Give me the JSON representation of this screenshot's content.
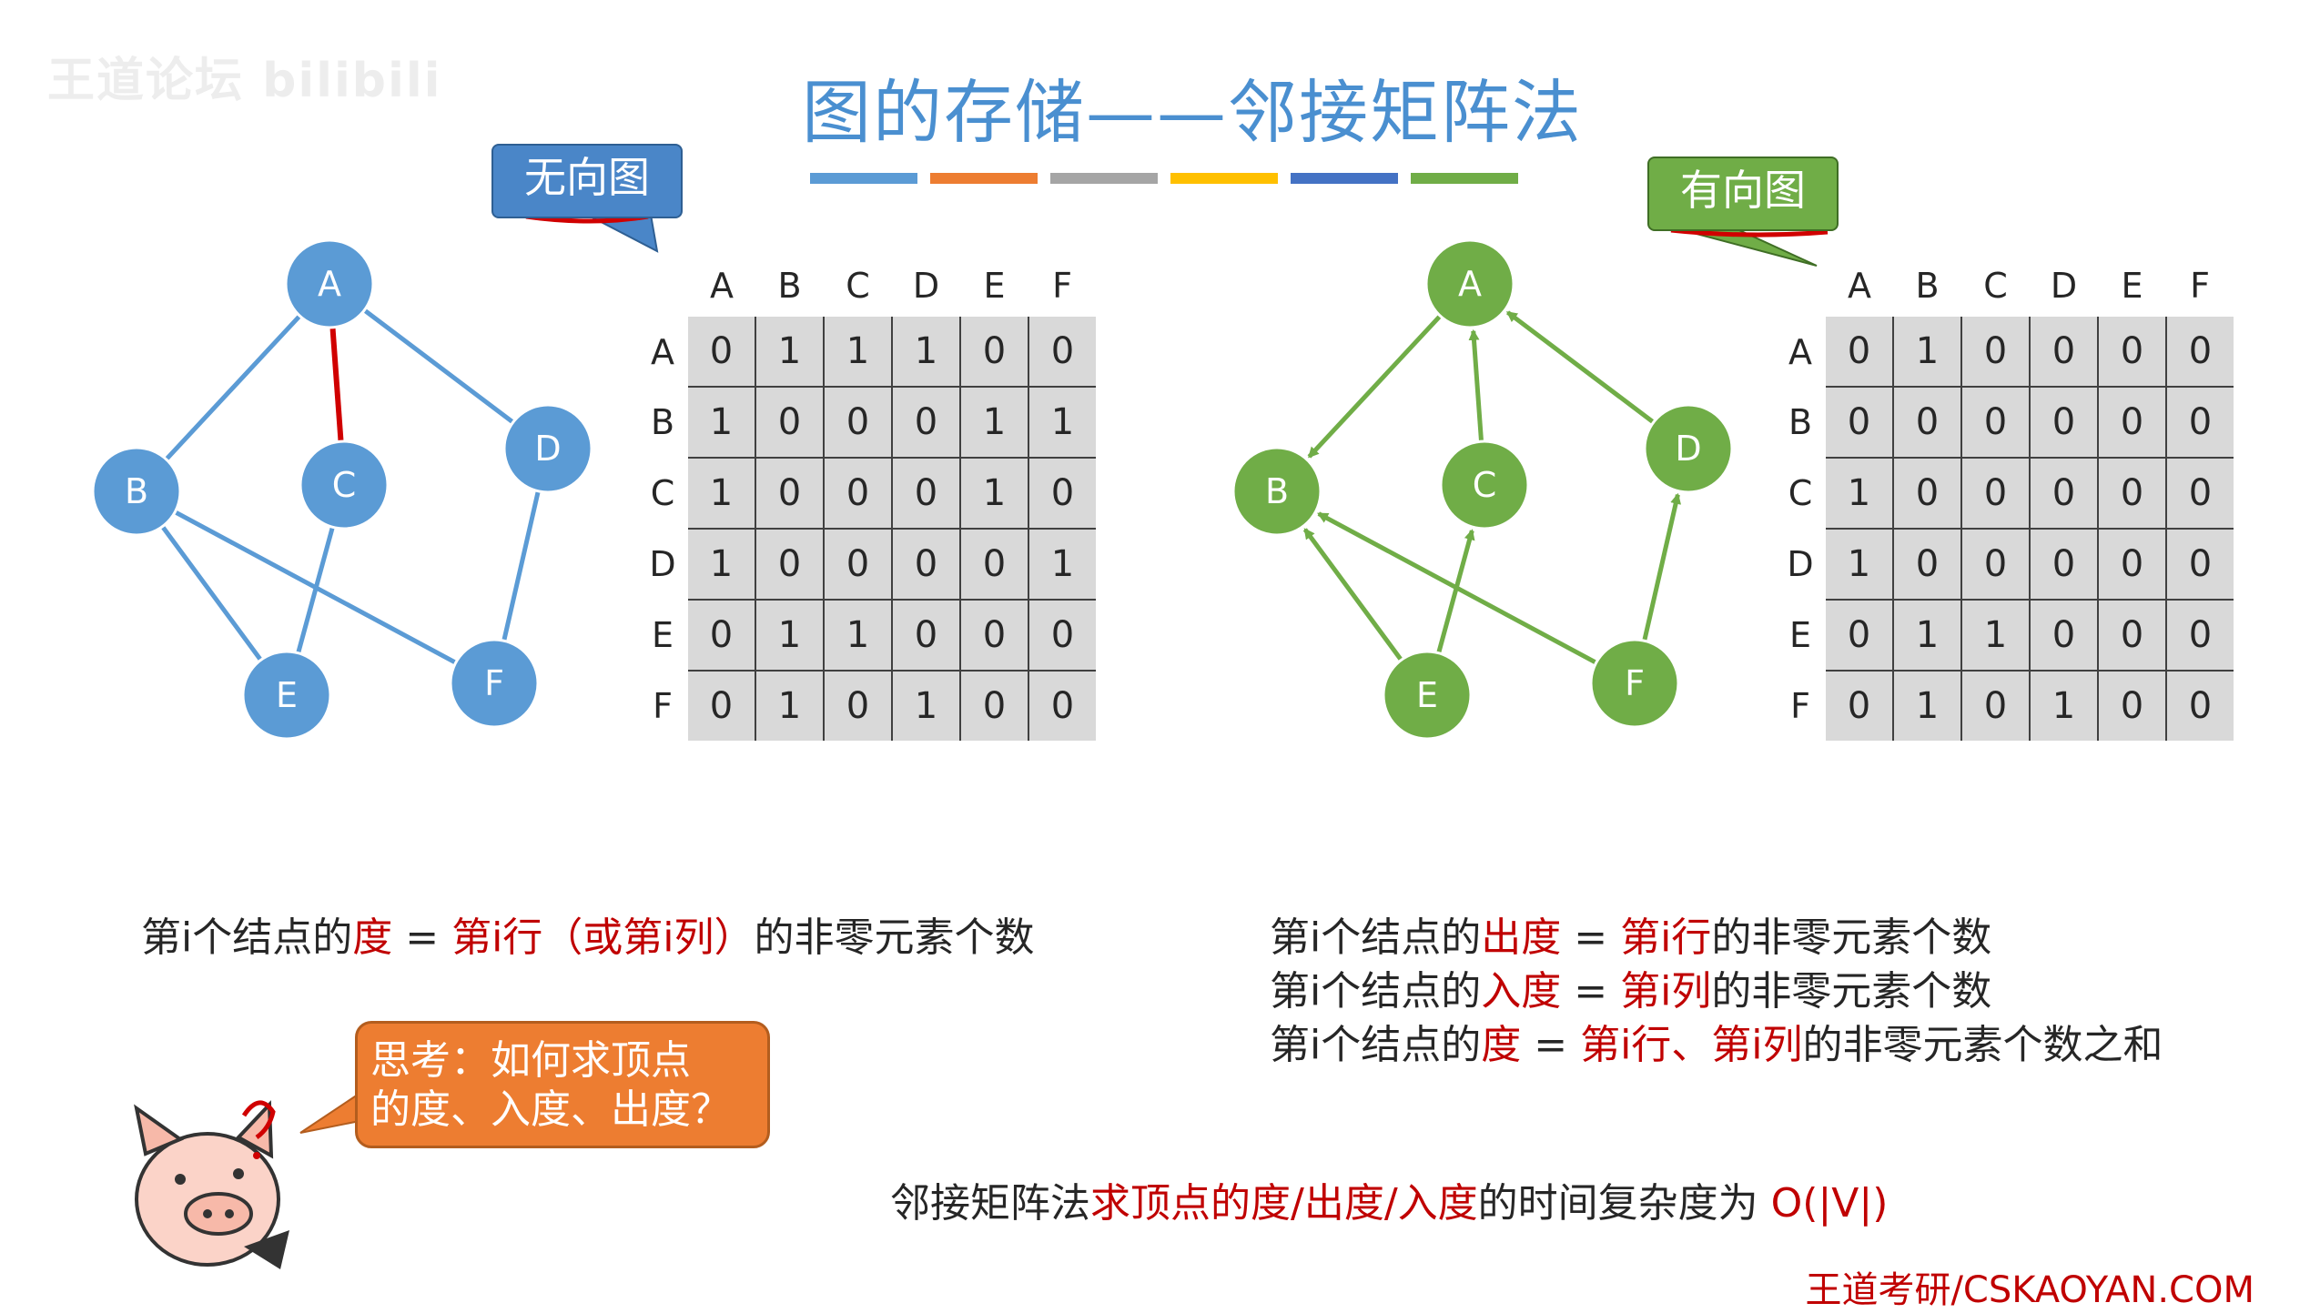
{
  "watermark": "王道论坛 bilibili",
  "title": "图的存储——邻接矩阵法",
  "color_bars": [
    "#5b9bd5",
    "#ed7d31",
    "#a5a5a5",
    "#ffc000",
    "#4472c4",
    "#70ad47"
  ],
  "colors": {
    "undirected_node": "#5b9bd5",
    "undirected_edge": "#5b9bd5",
    "highlight_edge": "#d00000",
    "directed_node": "#70ad47",
    "directed_edge": "#70ad47",
    "matrix_cell": "#d9d9d9",
    "accent_red": "#c00000",
    "think_bubble": "#ed7d31"
  },
  "undirected": {
    "callout": "无向图",
    "nodes": [
      "A",
      "B",
      "C",
      "D",
      "E",
      "F"
    ],
    "edges": [
      [
        "A",
        "B"
      ],
      [
        "A",
        "C"
      ],
      [
        "A",
        "D"
      ],
      [
        "B",
        "E"
      ],
      [
        "B",
        "F"
      ],
      [
        "C",
        "E"
      ],
      [
        "D",
        "F"
      ]
    ],
    "highlighted_edge": [
      "A",
      "C"
    ],
    "matrix": {
      "col_headers": [
        "A",
        "B",
        "C",
        "D",
        "E",
        "F"
      ],
      "row_headers": [
        "A",
        "B",
        "C",
        "D",
        "E",
        "F"
      ],
      "rows": [
        [
          "0",
          "1",
          "1",
          "1",
          "0",
          "0"
        ],
        [
          "1",
          "0",
          "0",
          "0",
          "1",
          "1"
        ],
        [
          "1",
          "0",
          "0",
          "0",
          "1",
          "0"
        ],
        [
          "1",
          "0",
          "0",
          "0",
          "0",
          "1"
        ],
        [
          "0",
          "1",
          "1",
          "0",
          "0",
          "0"
        ],
        [
          "0",
          "1",
          "0",
          "1",
          "0",
          "0"
        ]
      ]
    }
  },
  "directed": {
    "callout": "有向图",
    "nodes": [
      "A",
      "B",
      "C",
      "D",
      "E",
      "F"
    ],
    "arcs": [
      [
        "A",
        "B"
      ],
      [
        "C",
        "A"
      ],
      [
        "D",
        "A"
      ],
      [
        "E",
        "B"
      ],
      [
        "E",
        "C"
      ],
      [
        "F",
        "B"
      ],
      [
        "F",
        "D"
      ]
    ],
    "matrix": {
      "col_headers": [
        "A",
        "B",
        "C",
        "D",
        "E",
        "F"
      ],
      "row_headers": [
        "A",
        "B",
        "C",
        "D",
        "E",
        "F"
      ],
      "rows": [
        [
          "0",
          "1",
          "0",
          "0",
          "0",
          "0"
        ],
        [
          "0",
          "0",
          "0",
          "0",
          "0",
          "0"
        ],
        [
          "1",
          "0",
          "0",
          "0",
          "0",
          "0"
        ],
        [
          "1",
          "0",
          "0",
          "0",
          "0",
          "0"
        ],
        [
          "0",
          "1",
          "1",
          "0",
          "0",
          "0"
        ],
        [
          "0",
          "1",
          "0",
          "1",
          "0",
          "0"
        ]
      ]
    }
  },
  "notes": {
    "undirected": {
      "p1": "第i个结点的",
      "r1": "度",
      "p2": " = ",
      "r2": "第i行（或第i列）",
      "p3": "的非零元素个数"
    },
    "out_degree": {
      "p1": "第i个结点的",
      "r1": "出度",
      "p2": " = ",
      "r2": "第i行",
      "p3": "的非零元素个数"
    },
    "in_degree": {
      "p1": "第i个结点的",
      "r1": "入度",
      "p2": " = ",
      "r2": "第i列",
      "p3": "的非零元素个数"
    },
    "degree": {
      "p1": "第i个结点的",
      "r1": "度",
      "p2": " = ",
      "r2": "第i行、第i列",
      "p3": "的非零元素个数之和"
    },
    "complexity": {
      "p1": "邻接矩阵法",
      "r1": "求顶点的度/出度/入度",
      "p2": "的时间复杂度为 ",
      "r2": "O(|V|)"
    }
  },
  "think": {
    "line1": "思考：如何求顶点",
    "line2": "的度、入度、出度？"
  },
  "footer": "王道考研/CSKAOYAN.COM"
}
